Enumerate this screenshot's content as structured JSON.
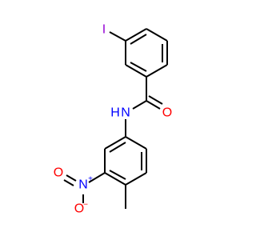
{
  "molecule": {
    "atoms": [
      {
        "id": "I",
        "label": "I",
        "color": "#9400D3"
      },
      {
        "id": "O1",
        "label": "O",
        "color": "#FF0000"
      },
      {
        "id": "N1",
        "label": "N",
        "color": "#0000FF"
      },
      {
        "id": "H1",
        "label": "H",
        "color": "#0000FF"
      },
      {
        "id": "N2",
        "label": "N",
        "color": "#0000FF"
      },
      {
        "id": "O2",
        "label": "O",
        "color": "#FF0000"
      },
      {
        "id": "O3",
        "label": "O",
        "color": "#FF0000"
      }
    ],
    "charges": {
      "nitro_n": "+",
      "nitro_o": "−"
    }
  }
}
